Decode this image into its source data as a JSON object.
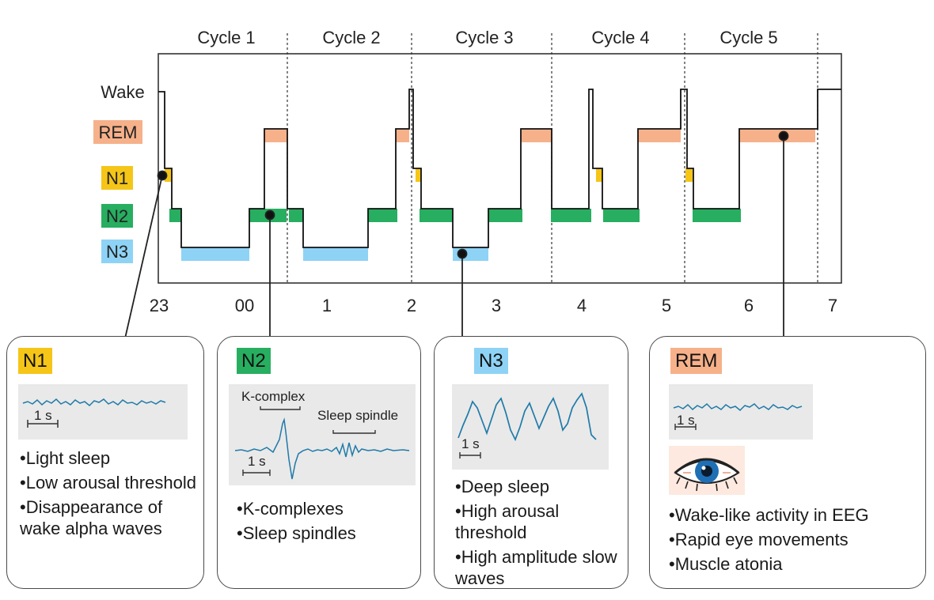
{
  "hypnogram": {
    "stage_labels": [
      {
        "key": "wake",
        "text": "Wake",
        "bg": "none"
      },
      {
        "key": "rem",
        "text": "REM",
        "bg": "#f6b18a"
      },
      {
        "key": "n1",
        "text": "N1",
        "bg": "#f5c518"
      },
      {
        "key": "n2",
        "text": "N2",
        "bg": "#27ae60"
      },
      {
        "key": "n3",
        "text": "N3",
        "bg": "#8ed3f5"
      }
    ],
    "cycles": [
      "Cycle 1",
      "Cycle 2",
      "Cycle 3",
      "Cycle 4",
      "Cycle 5"
    ],
    "time_ticks": [
      "23",
      "00",
      "1",
      "2",
      "3",
      "4",
      "5",
      "6",
      "7"
    ]
  },
  "colors": {
    "n1": "#f5c518",
    "n2": "#27ae60",
    "n3": "#8ed3f5",
    "rem": "#f6b18a",
    "eeg_trace": "#1f7aa8",
    "panel_bg": "#e9e9e9"
  },
  "panels": {
    "n1": {
      "title": "N1",
      "scale": "1 s",
      "bullets": [
        "Light sleep",
        "Low arousal threshold",
        "Disappearance of wake alpha waves"
      ]
    },
    "n2": {
      "title": "N2",
      "scale": "1 s",
      "annotations": [
        "K-complex",
        "Sleep spindle"
      ],
      "bullets": [
        "K-complexes",
        "Sleep spindles"
      ]
    },
    "n3": {
      "title": "N3",
      "scale": "1 s",
      "bullets": [
        "Deep sleep",
        "High arousal threshold",
        "High amplitude slow waves"
      ]
    },
    "rem": {
      "title": "REM",
      "scale": "1 s",
      "icon": "eye-icon",
      "bullets": [
        "Wake-like activity in EEG",
        "Rapid eye movements",
        "Muscle atonia"
      ]
    }
  }
}
